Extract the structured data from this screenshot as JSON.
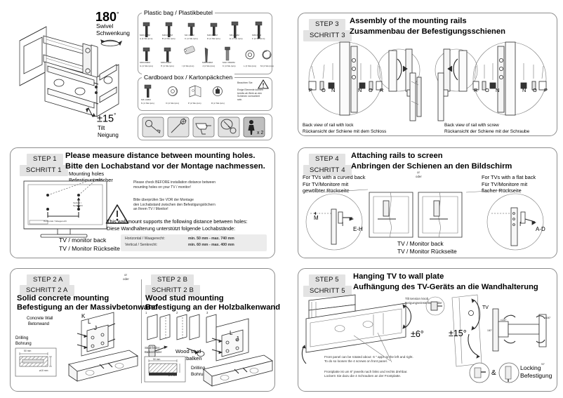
{
  "document": {
    "type": "tv-wall-mount-installation-manual",
    "language": "English / German"
  },
  "overview": {
    "swivel": {
      "value": "180",
      "degree": "°",
      "label_en": "Swivel",
      "label_de": "Schwenkung"
    },
    "tilt": {
      "value": "±15",
      "degree": "°",
      "label_en": "Tilt",
      "label_de": "Neigung"
    }
  },
  "plastic_bag": {
    "title": "Plastic bag / Plastikbeutel",
    "items_row1": [
      {
        "id": "A",
        "spec": "M4X16MM",
        "qty": "A (4 Stk./pcs)",
        "icon": "bolt-icon"
      },
      {
        "id": "B",
        "spec": "M4X20MM",
        "qty": "B (4 Stk./pcs)",
        "icon": "bolt-icon"
      },
      {
        "id": "C",
        "spec": "M4 16MM",
        "qty": "C (4 Stk./pcs)",
        "icon": "bolt-icon"
      },
      {
        "id": "D",
        "spec": "M4X30MM",
        "qty": "D (4 Stk./pcs)",
        "icon": "bolt-icon"
      },
      {
        "id": "E",
        "spec": "M6 20MM",
        "qty": "E (4 Stk./pcs)",
        "icon": "bolt-icon"
      },
      {
        "id": "F",
        "spec": "M6X30 M",
        "qty": "F (4 Stk./pcs)",
        "icon": "bolt-icon"
      }
    ],
    "items_row2": [
      {
        "id": "G",
        "spec": "M6X20MM",
        "qty": "G (4 Stk./pcs)",
        "icon": "bolt-icon"
      },
      {
        "id": "H",
        "spec": "M6X35MM",
        "qty": "H (4 Stk./pcs)",
        "icon": "bolt-icon"
      },
      {
        "id": "I",
        "spec": "",
        "qty": "I (4 Stk./pcs)",
        "icon": "spacer-plate-icon"
      },
      {
        "id": "J",
        "spec": "M6X50MM",
        "qty": "J (4 Stk./pcs)",
        "icon": "long-screw-icon"
      },
      {
        "id": "K",
        "spec": "M10 X50MM",
        "qty": "K (4 Stk./pcs)",
        "icon": "anchor-bolt-icon"
      },
      {
        "id": "L",
        "spec": "",
        "qty": "L (4 Stk./pcs)",
        "icon": "washer-icon"
      },
      {
        "id": "M",
        "spec": "",
        "qty": "M (4 Stk./pcs)",
        "icon": "spring-washer-icon"
      }
    ]
  },
  "cardboard_box": {
    "title": "Cardboard box / Kartonpäckchen",
    "items": [
      {
        "id": "N",
        "spec": "M6 14MM",
        "qty": "N (4 Stk./pcs)",
        "icon": "bolt-icon"
      },
      {
        "id": "O",
        "spec": "",
        "qty": "O (4 Stk./pcs)",
        "icon": "spacer-ring-icon"
      },
      {
        "id": "P",
        "spec": "",
        "qty": "P (2 Stk./pcs)",
        "icon": "rail-bracket-icon"
      },
      {
        "id": "R",
        "spec": "",
        "qty": "R (2 Stk./pcs)",
        "icon": "lock-icon"
      }
    ],
    "notice": {
      "heading": "Beachten Sie:",
      "body": "Einige Elemente können\nbereits ab Werk an den\nSchienen vormontiert\nsein.",
      "icon": "warning-triangle-icon"
    }
  },
  "tools": [
    {
      "name": "wrench-icon",
      "label": ""
    },
    {
      "name": "screwdriver-icon",
      "label": ""
    },
    {
      "name": "power-drill-icon",
      "label": ""
    },
    {
      "name": "measuring-tape-icon",
      "label": ""
    },
    {
      "name": "two-persons-icon",
      "label": "x 2"
    }
  ],
  "step1": {
    "tag_en": "STEP 1",
    "tag_de": "SCHRITT 1",
    "title_en": "Please measure distance between mounting holes.",
    "title_de": "Bitte den Lochabstand vor der Montage nachmessen.",
    "callout_en": "Mounting holes",
    "callout_de": "Befestigungslöcher",
    "tv_label_en": "TV / monitor back",
    "tv_label_de": "TV / Monitor Rückseite",
    "diagram_axis_h": "Horizontal / Waagerecht",
    "diagram_axis_v": "Vertical /\nSenkrecht",
    "warning_en": "Please check BEFORE installation distance between\nmounting holes on your TV / monitor!",
    "warning_de": "Bitte überprüfen Sie VOR der Montage\nden Lochabstand zwischen den Befestigungslöchern\nan Ihrem TV / Monitor!",
    "support_en": "This wall mount supports the following distance between holes:",
    "support_de": "Diese Wandhalterung unterstützt folgende Lochabstände:",
    "ranges": [
      {
        "axis": "Horizontal / Waagerecht:",
        "value": "min. 50 mm - max. 740 mm"
      },
      {
        "axis": "Vertical / Senkrecht:",
        "value": "min. 60 mm - max. 400 mm"
      }
    ]
  },
  "step2a": {
    "tag_en": "STEP 2 A",
    "tag_de": "SCHRITT 2 A",
    "title_en": "Solid concrete mounting",
    "title_de": "Befestigung an der Massivbetonwand",
    "wall_en": "Concrete Wall",
    "wall_de": "Betonwand",
    "drill_en": "Drilling",
    "drill_de": "Bohrung",
    "depth": "50 mm",
    "diameter": "ø10 mm",
    "parts": [
      "K",
      "L",
      "J"
    ]
  },
  "step2b": {
    "tag_en": "STEP 2 B",
    "tag_de": "SCHRITT 2 B",
    "title_en": "Wood stud mounting",
    "title_de": "Befestigung an der Holzbalkenwand",
    "stud_finder_en": "Stud finder",
    "stud_finder_de": "Balkenfinder",
    "stud_en": "Wood stud",
    "stud_de": "Holzbalken",
    "drill_en": "Drilling",
    "drill_de": "Bohrung",
    "depth": "50 mm",
    "diameter": "ø 5 mm",
    "steps": [
      "1",
      "2",
      "3"
    ],
    "parts": [
      "L",
      "J"
    ]
  },
  "or_divider": {
    "en": "or",
    "de": "oder"
  },
  "step3": {
    "tag_en": "STEP 3",
    "tag_de": "SCHRITT 3",
    "title_en": "Assembly of the mounting rails",
    "title_de": "Zusammenbau der Befestigungsschienen",
    "left": {
      "parts": [
        "P",
        "O",
        "N",
        "N",
        "O",
        "R"
      ],
      "caption_en": "Back view of rail with lock",
      "caption_de": "Rückansicht der Schiene mit dem Schloss"
    },
    "right": {
      "parts": [
        "R",
        "O",
        "N",
        "N",
        "O",
        "P"
      ],
      "caption_en": "Back view of rail with screw",
      "caption_de": "Rückansicht der Schiene mit der Schraube"
    }
  },
  "step4": {
    "tag_en": "STEP 4",
    "tag_de": "SCHRITT 4",
    "title_en": "Attaching rails to screen",
    "title_de": "Anbringen der Schienen an den Bildschirm",
    "left_en": "For TVs with a curved back",
    "left_de": "Für TV/Monitore mit\ngewölbter Rückseite",
    "right_en": "For TVs with a flat back",
    "right_de": "Für TV/Monitore mit\nflacher Rückseite",
    "or_en": "or",
    "or_de": "oder",
    "center_en": "TV / Monitor back",
    "center_de": "TV / Monitor Rückseite",
    "left_parts": [
      "M",
      "I",
      "E-H"
    ],
    "right_parts": [
      "I",
      "A-D"
    ]
  },
  "step5": {
    "tag_en": "STEP 5",
    "tag_de": "SCHRITT 5",
    "title_en": "Hanging TV to wall plate",
    "title_de": "Aufhängung des TV-Geräts an die Wandhalterung",
    "knob_en": "Tilt tension knob",
    "knob_de": "Neigungseinstellschraube",
    "tv_label": "TV",
    "rotate_angle": "±6°",
    "tilt_angle": "±15°",
    "note_en": "Front panel can be rotated about  6 \" appr. to the left and right.\nTo do so loosen the 4 screws on front panel.",
    "note_de": "Frontplatte ist um 6\" jeweils nach links und rechts drehbar.\nLockern Sie dazu die 4 Schrauben an der Frontplatte.",
    "locking_en": "Locking",
    "locking_de": "Befestigung",
    "ampersand": "&",
    "swivel_marks": [
      "±180°",
      "±180°",
      "180°",
      "90°"
    ]
  },
  "colors": {
    "panel_border": "#8d8d8d",
    "tag_bg": "#e3e3e3",
    "line": "#2b2b2b",
    "shade": "#d9d9d9"
  }
}
